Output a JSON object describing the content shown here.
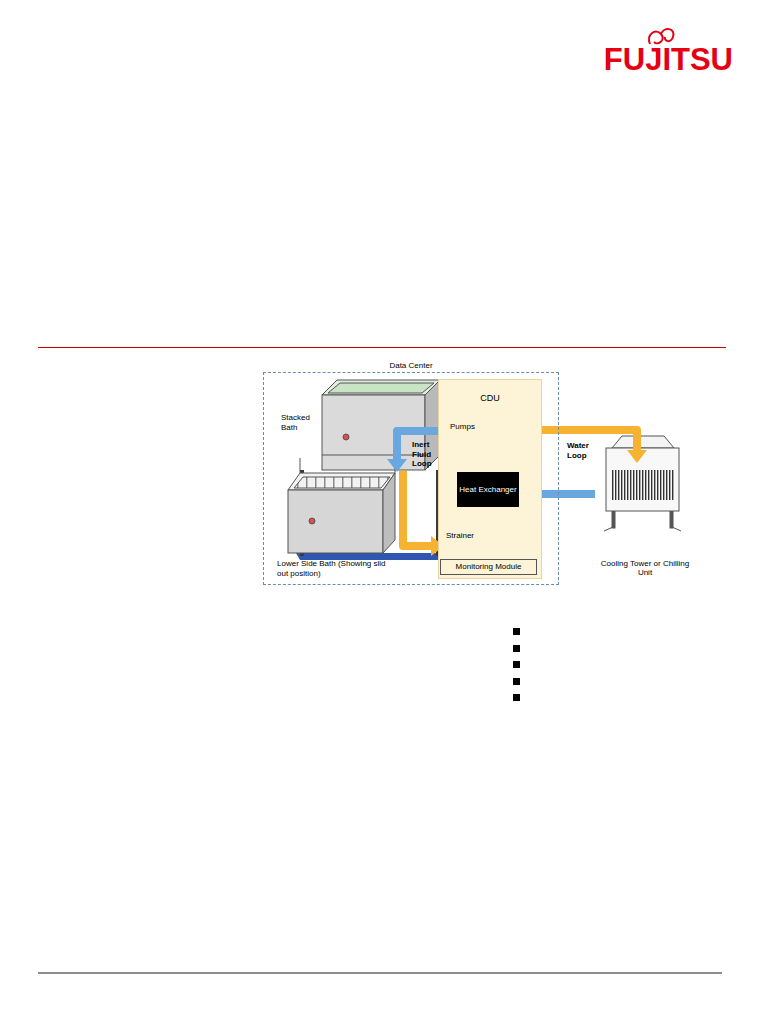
{
  "diagram": {
    "nodes": [
      {
        "text": [
          "Data Center"
        ]
      },
      {
        "text": [
          "Stacked Bath"
        ],
        "in": 0
      },
      {
        "text": [
          "Lower Side Bath (Showing slid out position)"
        ],
        "in": 0
      },
      {
        "text": [
          "CDU"
        ],
        "in": 0
      },
      {
        "text": [
          "Pumps"
        ],
        "in": 3
      },
      {
        "text": [
          "Heat Exchanger"
        ],
        "in": 3
      },
      {
        "text": [
          "Strainer"
        ],
        "in": 3
      },
      {
        "text": [
          "Monitoring Module"
        ],
        "in": 3
      },
      {
        "text": [
          "Cooling Tower or Chilling Unit"
        ]
      }
    ],
    "edges": [
      {
        "from": 4,
        "to": 1,
        "arrow": "to"
      },
      {
        "from": 1,
        "to": 6,
        "arrow": "to"
      },
      {
        "from": 6,
        "to": 5,
        "arrow": "to"
      },
      {
        "from": 5,
        "to": 8,
        "arrow": "to"
      },
      {
        "from": 8,
        "to": 5,
        "arrow": "to"
      }
    ],
    "labels": [
      "FUJITSU",
      "Inert Fluid Loop",
      "Water Loop"
    ]
  }
}
